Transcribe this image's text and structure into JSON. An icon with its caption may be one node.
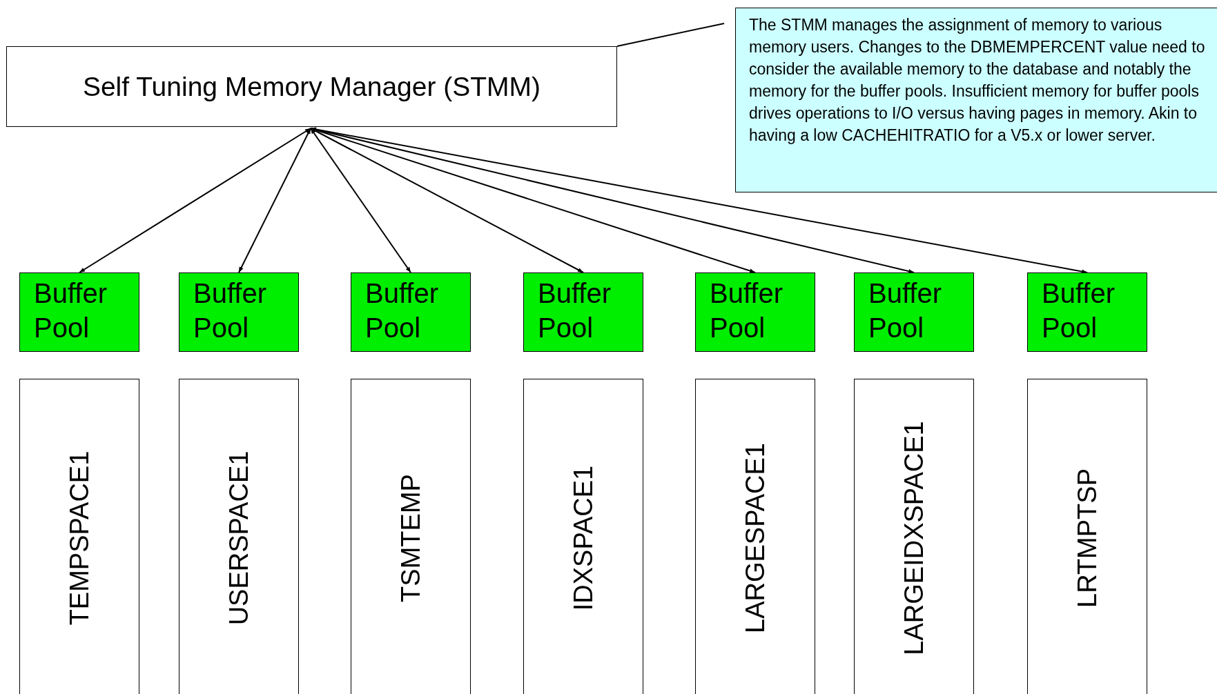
{
  "diagram": {
    "nodes": [
      {
        "text": [
          "Self Tuning Memory Manager (STMM)"
        ]
      },
      {
        "text": [
          "The STMM manages the assignment of memory to various memory users.  Changes to the DBMEMPERCENT value need to consider the available memory to the database and notably the memory for the buffer pools. Insufficient memory for buffer pools drives operations to I/O versus having pages in memory.  Akin to having a low CACHEHITRATIO for a V5.x or lower server."
        ]
      },
      {
        "text": [
          "Buffer Pool"
        ]
      },
      {
        "text": [
          "Buffer Pool"
        ]
      },
      {
        "text": [
          "Buffer Pool"
        ]
      },
      {
        "text": [
          "Buffer Pool"
        ]
      },
      {
        "text": [
          "Buffer Pool"
        ]
      },
      {
        "text": [
          "Buffer Pool"
        ]
      },
      {
        "text": [
          "Buffer Pool"
        ]
      },
      {
        "text": [
          "TEMPSPACE1"
        ]
      },
      {
        "text": [
          "USERSPACE1"
        ]
      },
      {
        "text": [
          "TSMTEMP"
        ]
      },
      {
        "text": [
          "IDXSPACE1"
        ]
      },
      {
        "text": [
          "LARGESPACE1"
        ]
      },
      {
        "text": [
          "LARGEIDXSPACE1"
        ]
      },
      {
        "text": [
          "LRTMPTSP"
        ]
      }
    ],
    "edges": [
      {
        "from": 1,
        "to": 0,
        "arrow": "none"
      },
      {
        "from": 0,
        "to": 2,
        "arrow": "both"
      },
      {
        "from": 0,
        "to": 3,
        "arrow": "both"
      },
      {
        "from": 0,
        "to": 4,
        "arrow": "both"
      },
      {
        "from": 0,
        "to": 5,
        "arrow": "both"
      },
      {
        "from": 0,
        "to": 6,
        "arrow": "both"
      },
      {
        "from": 0,
        "to": 7,
        "arrow": "both"
      },
      {
        "from": 0,
        "to": 8,
        "arrow": "both"
      }
    ]
  }
}
